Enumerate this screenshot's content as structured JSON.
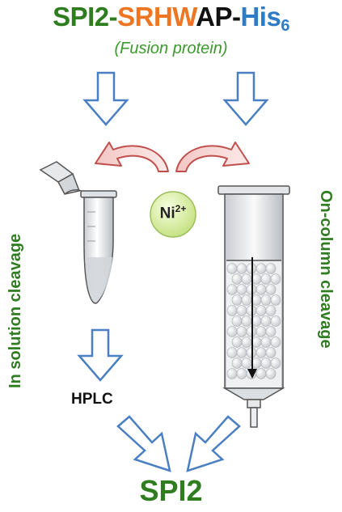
{
  "title": {
    "part1": "SPI2-",
    "part2": "SRHW",
    "part3": "AP-",
    "part4": "His",
    "subscript": "6"
  },
  "subtitle": "(Fusion protein)",
  "left_label": "In solution cleavage",
  "right_label": "On-column cleavage",
  "ni_label": {
    "text": "Ni",
    "charge": "2+"
  },
  "hplc_label": "HPLC",
  "product_label": "SPI2",
  "colors": {
    "green": "#2e7d1f",
    "orange": "#ee7623",
    "blue": "#2e7cc6",
    "black": "#111111",
    "arrow_blue": "#4a7fc1",
    "arrow_red": "#c0504d",
    "ni_fill": "#d9f0a3"
  },
  "icons": [
    "tube-icon",
    "column-icon",
    "ni-ball-icon",
    "arrow-icon"
  ]
}
